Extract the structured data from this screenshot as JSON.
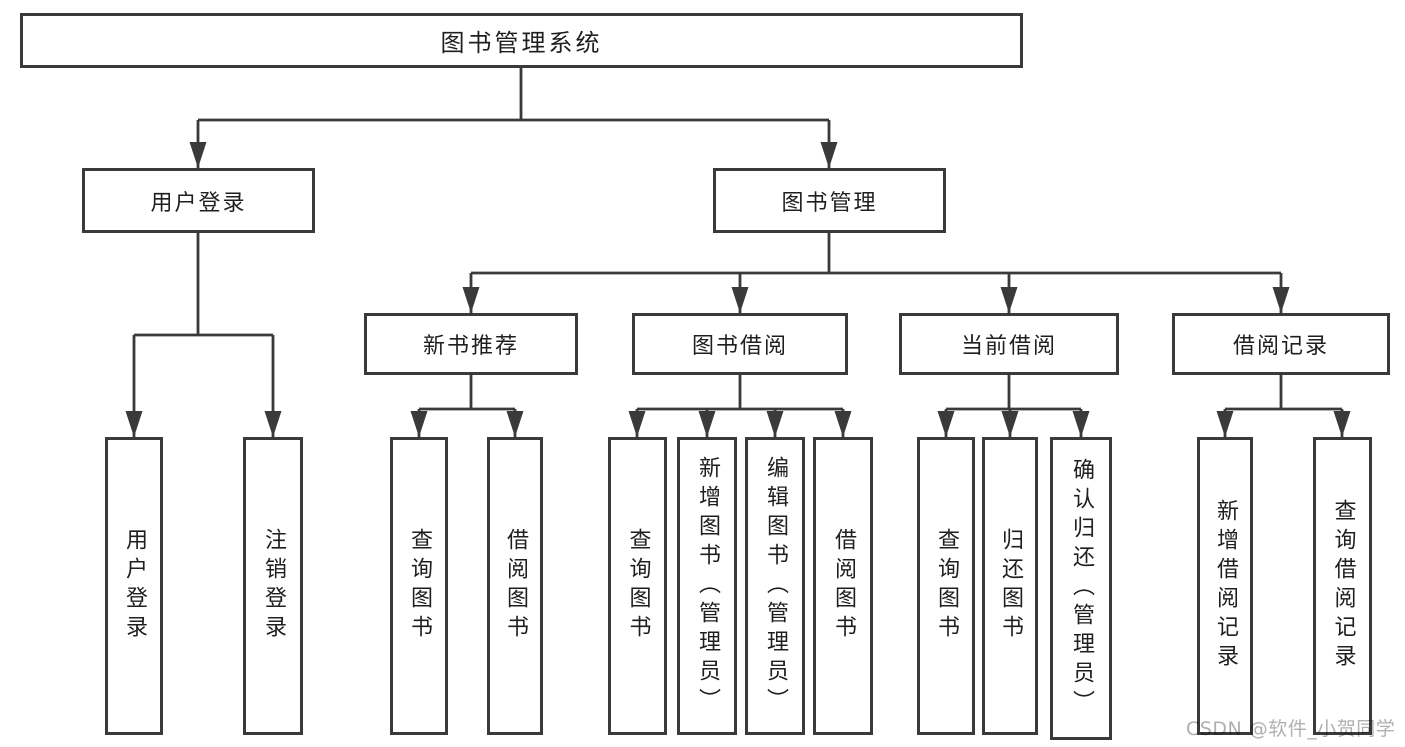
{
  "colors": {
    "line": "#3a3a3a",
    "text": "#1f1f1f",
    "background": "#ffffff",
    "watermark": "#b0b0b0"
  },
  "nodes": {
    "root": "图书管理系统",
    "user_login": "用户登录",
    "book_management": "图书管理",
    "new_book_recommend": "新书推荐",
    "book_borrow": "图书借阅",
    "current_borrow": "当前借阅",
    "borrow_record": "借阅记录",
    "leaf_user_login": "用户登录",
    "leaf_logout": "注销登录",
    "nb_query_book": "查询图书",
    "nb_borrow_book": "借阅图书",
    "bb_query_book": "查询图书",
    "bb_add_book": "新增图书（管理员）",
    "bb_edit_book": "编辑图书（管理员）",
    "bb_borrow_book": "借阅图书",
    "cb_query_book": "查询图书",
    "cb_return_book": "归还图书",
    "cb_confirm_return": "确认归还（管理员）",
    "br_add_record": "新增借阅记录",
    "br_query_record": "查询借阅记录"
  },
  "watermark": {
    "text": "CSDN @软件_小贺同学"
  }
}
